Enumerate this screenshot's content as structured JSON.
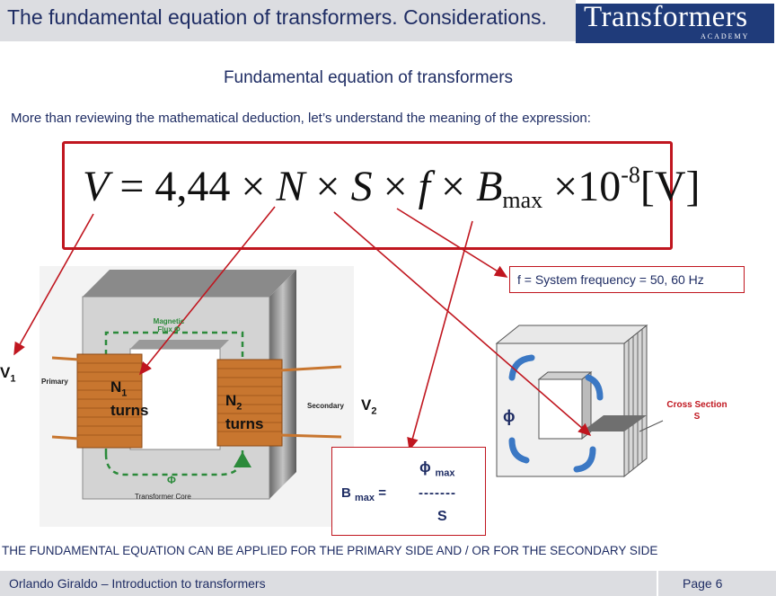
{
  "header": {
    "title": "The fundamental equation of transformers. Considerations.",
    "logo_main": "Transformers",
    "logo_sub": "ACADEMY"
  },
  "section_title": "Fundamental equation of transformers",
  "intro": "More than reviewing the mathematical deduction, let’s understand the meaning of the expression:",
  "equation": {
    "v": "V",
    "eq": " = 4,44 ×",
    "n": "N",
    "x1": " × ",
    "s": "S",
    "x2": " × ",
    "f": "f",
    "x3": " × ",
    "b": "B",
    "bsub": "max",
    "mult": " ×10",
    "exp": "-8",
    "unit": "[V]"
  },
  "frequency_note": "f = System frequency = 50, 60 Hz",
  "labels": {
    "v1_main": "V",
    "v1_sub": "1",
    "v2_main": "V",
    "v2_sub": "2",
    "n1_main": "N",
    "n1_sub": "1",
    "n1_turns": "turns",
    "n2_main": "N",
    "n2_sub": "2",
    "n2_turns": "turns",
    "primary": "Primary",
    "secondary": "Secondary",
    "magnetic_flux": "Magnetic Flux Φ",
    "phi_core": "Φ",
    "transformer_core": "Transformer Core",
    "phi_section": "ϕ",
    "cross_section": "Cross Section",
    "cross_section_s": "S"
  },
  "bmax_box": {
    "lhs_main": "B",
    "lhs_sub": "max",
    "eq": " =",
    "num_main": "ϕ",
    "num_sub": "max",
    "bar": "-------",
    "den": "S"
  },
  "conclusion": "THE FUNDAMENTAL EQUATION CAN BE APPLIED FOR THE PRIMARY SIDE AND / OR FOR THE SECONDARY SIDE",
  "footer": {
    "author": "Orlando Giraldo – Introduction to transformers",
    "page": "Page 6"
  },
  "colors": {
    "accent_red": "#c0161f",
    "navy": "#1f2d64",
    "logo_bg": "#1f3b7a",
    "coil": "#c8762f",
    "flux_green": "#2b8a3a",
    "arrow_blue": "#3b78c4"
  }
}
